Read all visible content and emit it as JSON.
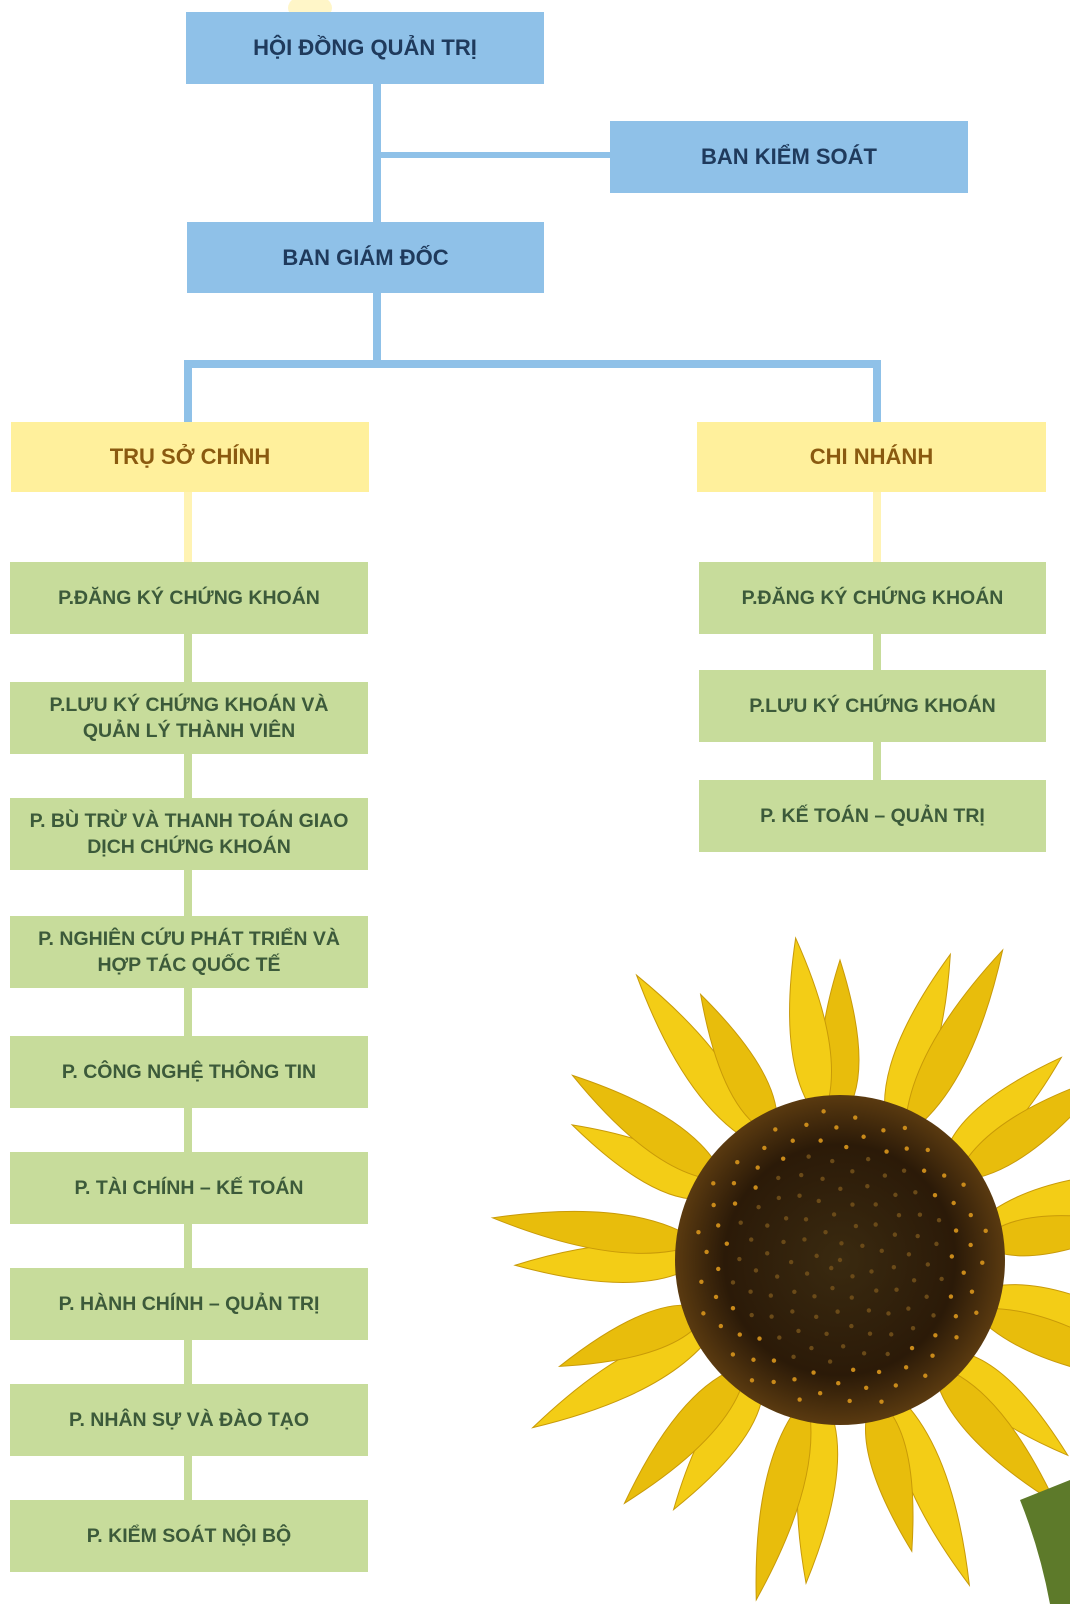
{
  "top": {
    "board": "HỘI ĐỒNG QUẢN TRỊ",
    "supervisory": "BAN KIỂM SOÁT",
    "directors": "BAN GIÁM ĐỐC"
  },
  "branches": {
    "head_office": "TRỤ SỞ CHÍNH",
    "branch": "CHI NHÁNH"
  },
  "head_office_departments": [
    "P.ĐĂNG KÝ CHỨNG KHOÁN",
    "P.LƯU KÝ CHỨNG KHOÁN VÀ QUẢN LÝ THÀNH VIÊN",
    "P. BÙ TRỪ VÀ THANH TOÁN GIAO DỊCH CHỨNG KHOÁN",
    "P. NGHIÊN CỨU PHÁT TRIỂN VÀ HỢP TÁC QUỐC TẾ",
    "P. CÔNG NGHỆ THÔNG TIN",
    "P. TÀI CHÍNH – KẾ TOÁN",
    "P. HÀNH CHÍNH – QUẢN TRỊ",
    "P. NHÂN SỰ VÀ ĐÀO TẠO",
    "P. KIỂM SOÁT NỘI BỘ"
  ],
  "branch_departments": [
    "P.ĐĂNG KÝ CHỨNG KHOÁN",
    "P.LƯU KÝ CHỨNG KHOÁN",
    "P. KẾ TOÁN – QUẢN TRỊ"
  ],
  "colors": {
    "top_level": "#8fc1e8",
    "branch_level": "#fff09c",
    "department_level": "#c7dc9b"
  },
  "decoration": "sunflower-image"
}
